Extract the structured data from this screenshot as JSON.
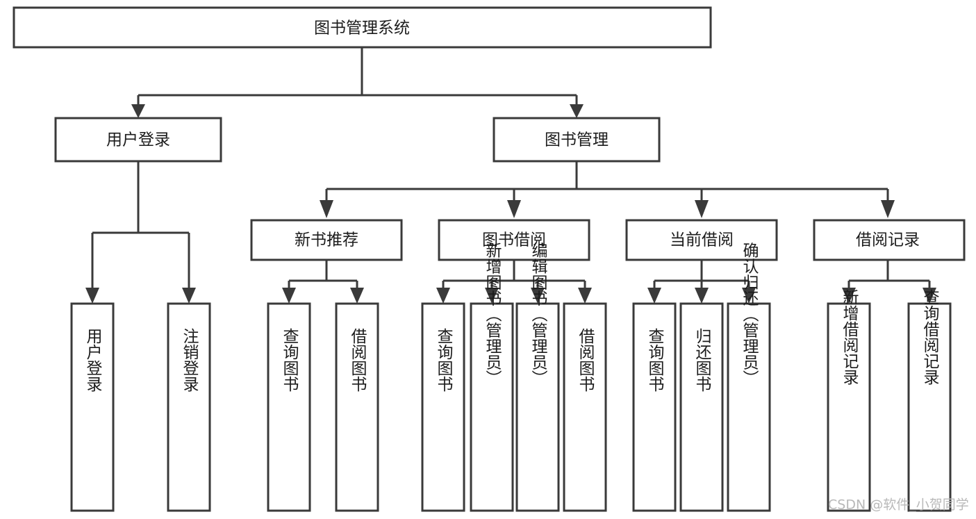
{
  "diagram": {
    "type": "tree",
    "title": "图书管理系统",
    "orientation": "top-down",
    "colors": {
      "stroke": "#3a3a3a",
      "node_fill": "#ffffff",
      "text": "#1c1c1c",
      "background": "#ffffff",
      "watermark": "#b9b9b9"
    },
    "root": {
      "id": "root",
      "label": "图书管理系统",
      "text_orientation": "horizontal"
    },
    "level2": [
      {
        "id": "user-login",
        "label": "用户登录",
        "text_orientation": "horizontal"
      },
      {
        "id": "book-manage",
        "label": "图书管理",
        "text_orientation": "horizontal"
      }
    ],
    "level3": [
      {
        "id": "new-book-recommend",
        "label": "新书推荐",
        "parent": "book-manage",
        "text_orientation": "horizontal"
      },
      {
        "id": "book-borrow",
        "label": "图书借阅",
        "parent": "book-manage",
        "text_orientation": "horizontal"
      },
      {
        "id": "current-borrow",
        "label": "当前借阅",
        "parent": "book-manage",
        "text_orientation": "horizontal"
      },
      {
        "id": "borrow-record",
        "label": "借阅记录",
        "parent": "book-manage",
        "text_orientation": "horizontal"
      }
    ],
    "leaves": [
      {
        "id": "leaf-user-login",
        "label": "用户登录",
        "parent": "user-login",
        "text_orientation": "vertical"
      },
      {
        "id": "leaf-user-logout",
        "label": "注销登录",
        "parent": "user-login",
        "text_orientation": "vertical"
      },
      {
        "id": "leaf-query-book-1",
        "label": "查询图书",
        "parent": "new-book-recommend",
        "text_orientation": "vertical"
      },
      {
        "id": "leaf-borrow-book-1",
        "label": "借阅图书",
        "parent": "new-book-recommend",
        "text_orientation": "vertical"
      },
      {
        "id": "leaf-query-book-2",
        "label": "查询图书",
        "parent": "book-borrow",
        "text_orientation": "vertical"
      },
      {
        "id": "leaf-add-book",
        "label": "新增图书（管理员）",
        "parent": "book-borrow",
        "text_orientation": "vertical"
      },
      {
        "id": "leaf-edit-book",
        "label": "编辑图书（管理员）",
        "parent": "book-borrow",
        "text_orientation": "vertical"
      },
      {
        "id": "leaf-borrow-book-2",
        "label": "借阅图书",
        "parent": "book-borrow",
        "text_orientation": "vertical"
      },
      {
        "id": "leaf-query-book-3",
        "label": "查询图书",
        "parent": "current-borrow",
        "text_orientation": "vertical"
      },
      {
        "id": "leaf-return-book",
        "label": "归还图书",
        "parent": "current-borrow",
        "text_orientation": "vertical"
      },
      {
        "id": "leaf-confirm-return",
        "label": "确认归还（管理员）",
        "parent": "current-borrow",
        "text_orientation": "vertical"
      },
      {
        "id": "leaf-add-record",
        "label": "新增借阅记录",
        "parent": "borrow-record",
        "text_orientation": "vertical"
      },
      {
        "id": "leaf-query-record",
        "label": "查询借阅记录",
        "parent": "borrow-record",
        "text_orientation": "vertical"
      }
    ],
    "watermark": "CSDN @软件_小贺同学"
  }
}
